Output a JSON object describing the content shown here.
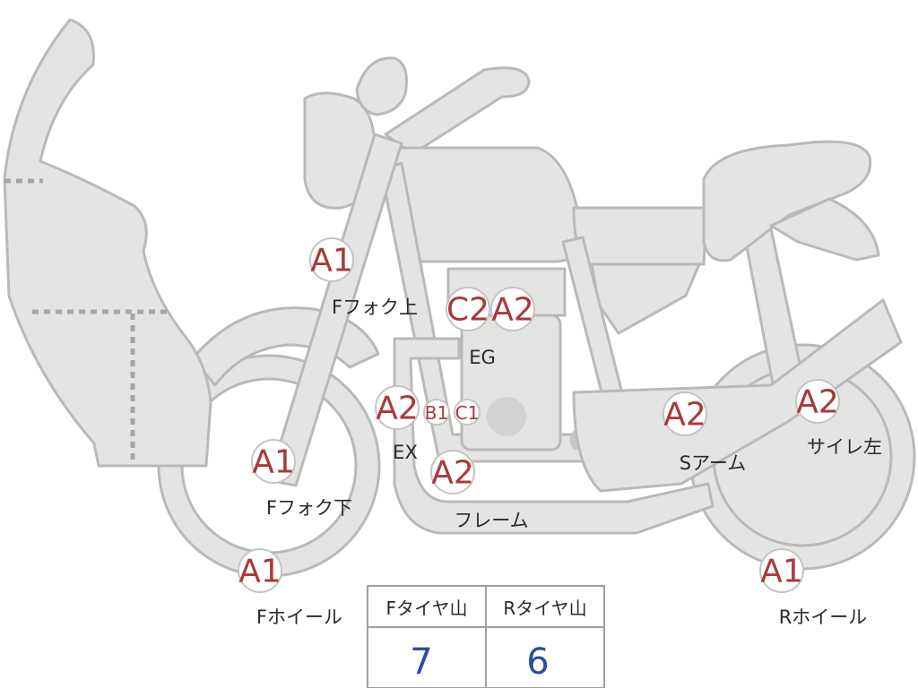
{
  "parts": {
    "f_fork_upper": {
      "badge": "A1",
      "label": "Fフォク上"
    },
    "f_fork_lower": {
      "badge": "A1",
      "label": "Fフォク下"
    },
    "f_wheel": {
      "badge": "A1",
      "label": "Fホイール"
    },
    "engine": {
      "badges": [
        "C2",
        "A2"
      ],
      "label": "EG"
    },
    "exhaust": {
      "badges": [
        "A2",
        "B1",
        "C1"
      ],
      "label": "EX"
    },
    "frame": {
      "badge": "A2",
      "label": "フレーム"
    },
    "swing_arm": {
      "badge": "A2",
      "label": "Sアーム"
    },
    "side_left": {
      "badge": "A2",
      "label": "サイレ左"
    },
    "r_wheel": {
      "badge": "A1",
      "label": "Rホイール"
    }
  },
  "tire_table": {
    "headers": [
      "Fタイヤ山",
      "Rタイヤ山"
    ],
    "values": [
      "7",
      "6"
    ]
  },
  "colors": {
    "body_fill": "#e4e4e2",
    "outline": "#b9bab8",
    "badge_text": "#a83a3a",
    "value_text": "#2c4d9a"
  }
}
